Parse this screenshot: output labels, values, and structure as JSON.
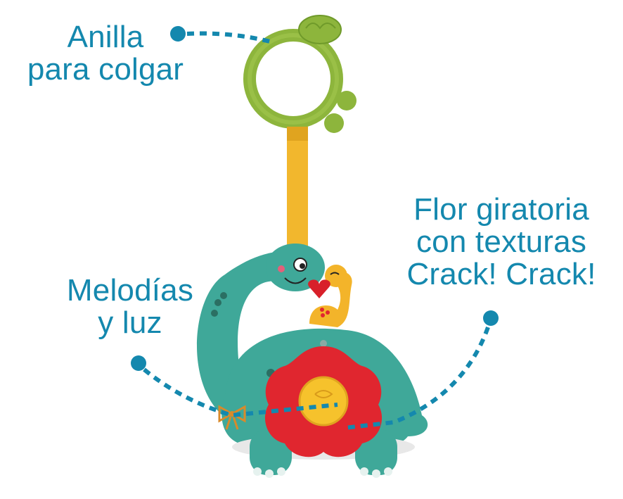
{
  "image": {
    "description": "Product photo of a teal dinosaur baby rattle toy with hanging ring, annotated with feature callouts",
    "background": "#ffffff",
    "accent_color": "#1488ae"
  },
  "callouts": {
    "ring": {
      "lines": [
        "Anilla",
        "para colgar"
      ]
    },
    "melody": {
      "lines": [
        "Melodías",
        "y luz"
      ]
    },
    "flower": {
      "lines": [
        "Flor giratoria",
        "con texturas",
        "Crack! Crack!"
      ]
    }
  },
  "colors": {
    "ring_green": "#8db53c",
    "strap_yellow": "#f2b72d",
    "dino_teal": "#3fa899",
    "flower_red": "#e0262f",
    "button_yellow": "#f6c22c",
    "baby_dino_yellow": "#f3b42a",
    "bow_orange": "#d98a2a"
  }
}
